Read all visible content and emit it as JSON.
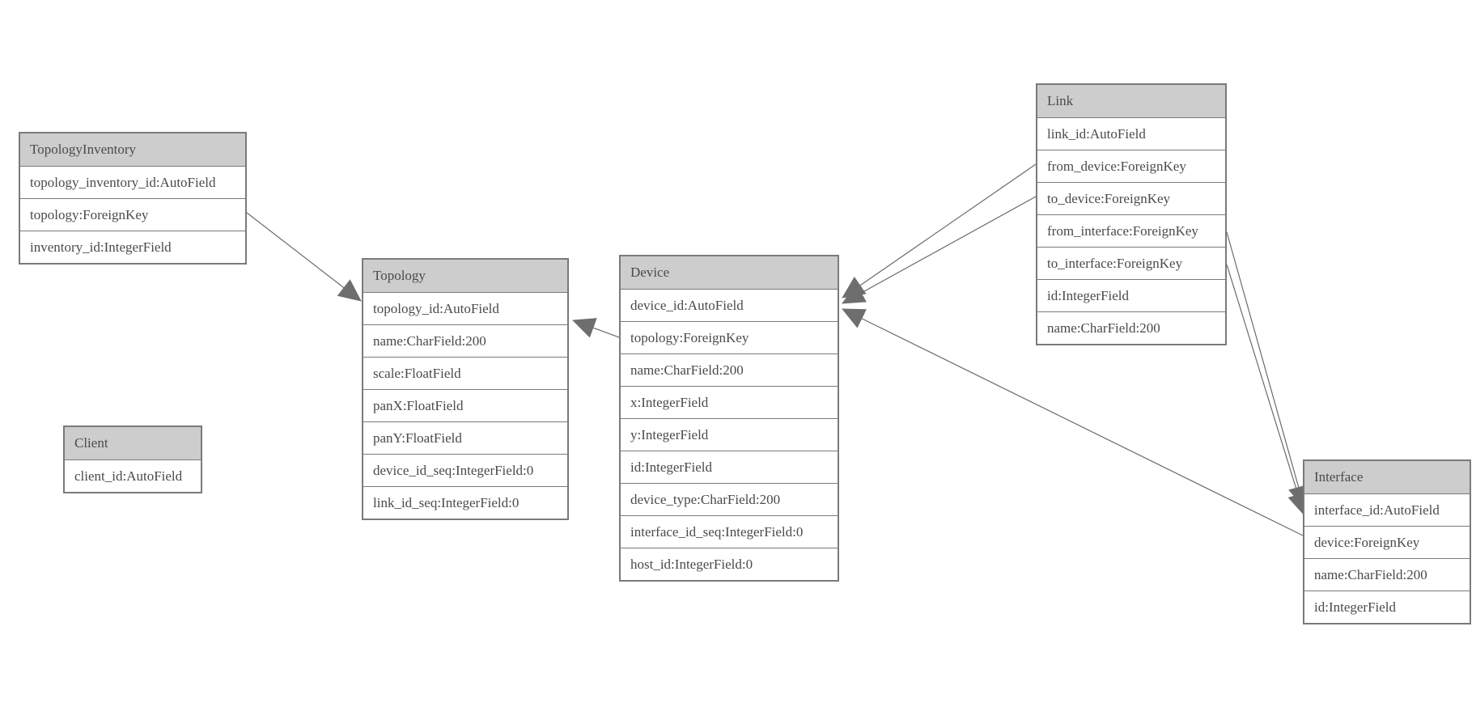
{
  "diagram": {
    "type": "entity-relationship-model-graph",
    "colors": {
      "background": "#ffffff",
      "header_bg": "#cdcdcd",
      "border": "#7a7a7a",
      "text": "#4a4a4a",
      "edge_line": "#6b6b6b",
      "arrowhead": "#6e6e6e"
    },
    "entities": [
      {
        "id": "topology_inventory",
        "title": "TopologyInventory",
        "fields": [
          "topology_inventory_id:AutoField",
          "topology:ForeignKey",
          "inventory_id:IntegerField"
        ]
      },
      {
        "id": "topology",
        "title": "Topology",
        "fields": [
          "topology_id:AutoField",
          "name:CharField:200",
          "scale:FloatField",
          "panX:FloatField",
          "panY:FloatField",
          "device_id_seq:IntegerField:0",
          "link_id_seq:IntegerField:0"
        ]
      },
      {
        "id": "client",
        "title": "Client",
        "fields": [
          "client_id:AutoField"
        ]
      },
      {
        "id": "device",
        "title": "Device",
        "fields": [
          "device_id:AutoField",
          "topology:ForeignKey",
          "name:CharField:200",
          "x:IntegerField",
          "y:IntegerField",
          "id:IntegerField",
          "device_type:CharField:200",
          "interface_id_seq:IntegerField:0",
          "host_id:IntegerField:0"
        ]
      },
      {
        "id": "link",
        "title": "Link",
        "fields": [
          "link_id:AutoField",
          "from_device:ForeignKey",
          "to_device:ForeignKey",
          "from_interface:ForeignKey",
          "to_interface:ForeignKey",
          "id:IntegerField",
          "name:CharField:200"
        ]
      },
      {
        "id": "interface",
        "title": "Interface",
        "fields": [
          "interface_id:AutoField",
          "device:ForeignKey",
          "name:CharField:200",
          "id:IntegerField"
        ]
      }
    ],
    "relationships": [
      {
        "from": "TopologyInventory.topology",
        "to": "Topology.topology_id"
      },
      {
        "from": "Device.topology",
        "to": "Topology.topology_id"
      },
      {
        "from": "Link.from_device",
        "to": "Device.device_id"
      },
      {
        "from": "Link.to_device",
        "to": "Device.device_id"
      },
      {
        "from": "Interface.device",
        "to": "Device.device_id"
      },
      {
        "from": "Link.from_interface",
        "to": "Interface.interface_id"
      },
      {
        "from": "Link.to_interface",
        "to": "Interface.interface_id"
      }
    ]
  }
}
